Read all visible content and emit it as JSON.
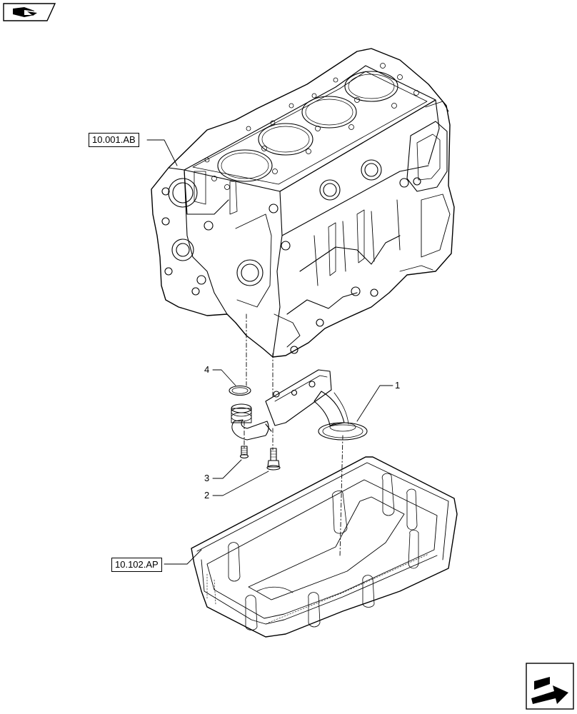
{
  "references": {
    "engine_block": "10.001.AB",
    "oil_pan": "10.102.AP"
  },
  "callouts": {
    "part_1": "1",
    "part_2": "2",
    "part_3": "3",
    "part_4": "4"
  },
  "navigation": {
    "top_icon": "folder-book-icon",
    "bottom_icon": "next-page-arrow-icon"
  }
}
